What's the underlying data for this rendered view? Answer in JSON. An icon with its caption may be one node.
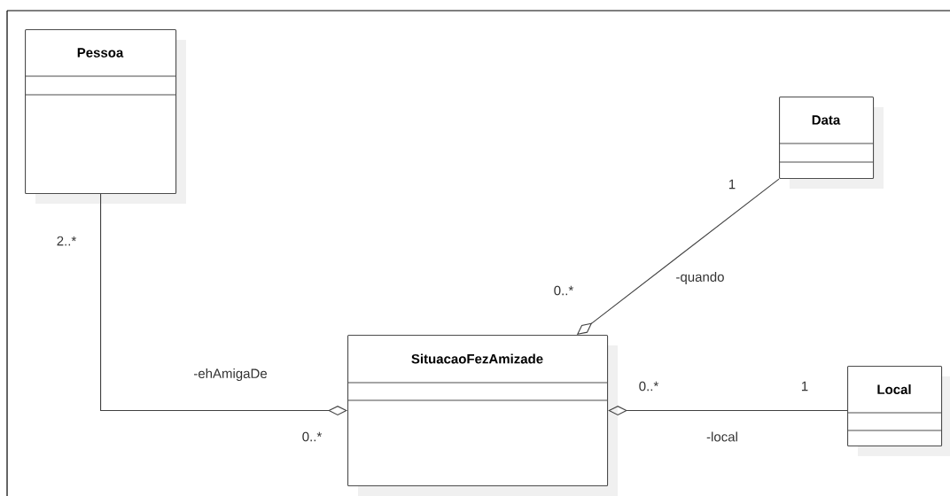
{
  "diagram": {
    "nodes": [
      {
        "text": [
          "Pessoa"
        ]
      },
      {
        "text": [
          "Data"
        ]
      },
      {
        "text": [
          "SituacaoFezAmizade"
        ]
      },
      {
        "text": [
          "Local"
        ]
      }
    ],
    "edges": [
      {
        "from": 0,
        "to": 2,
        "arrow": "other",
        "label": "-ehAmigaDe"
      },
      {
        "from": 1,
        "to": 2,
        "arrow": "other",
        "label": "-quando"
      },
      {
        "from": 3,
        "to": 2,
        "arrow": "other",
        "label": "-local"
      }
    ],
    "labels": [
      "1",
      "2..*",
      "0..*",
      "0..*",
      "1",
      "0..*"
    ]
  }
}
